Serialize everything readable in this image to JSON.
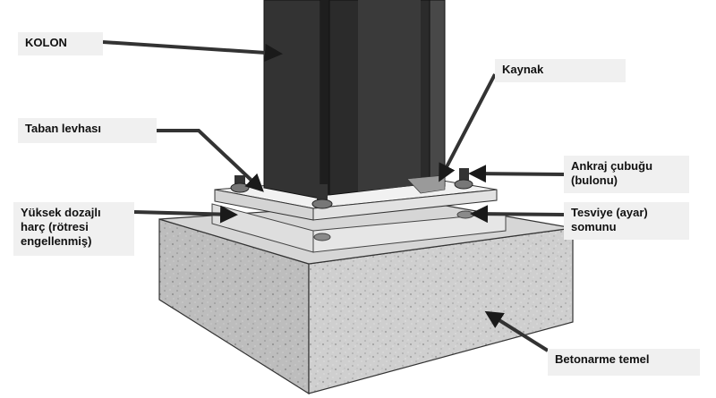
{
  "labels": {
    "kolon": "KOLON",
    "kaynak": "Kaynak",
    "taban_levhasi": "Taban levhası",
    "ankraj": "Ankraj çubuğu\n(bulonu)",
    "yuksek_dozajli": "Yüksek dozajlı\nharç (rötresi\nengellenmiş)",
    "tesviye": "Tesviye (ayar)\nsomunu",
    "betonarme": "Betonarme temel"
  },
  "colors": {
    "label_bg": "#f0f0f0",
    "arrow": "#333333",
    "column": "#2a2a2a",
    "plate": "#ececec",
    "grout": "#dcdcdc",
    "concrete": "#c9c9c9"
  }
}
